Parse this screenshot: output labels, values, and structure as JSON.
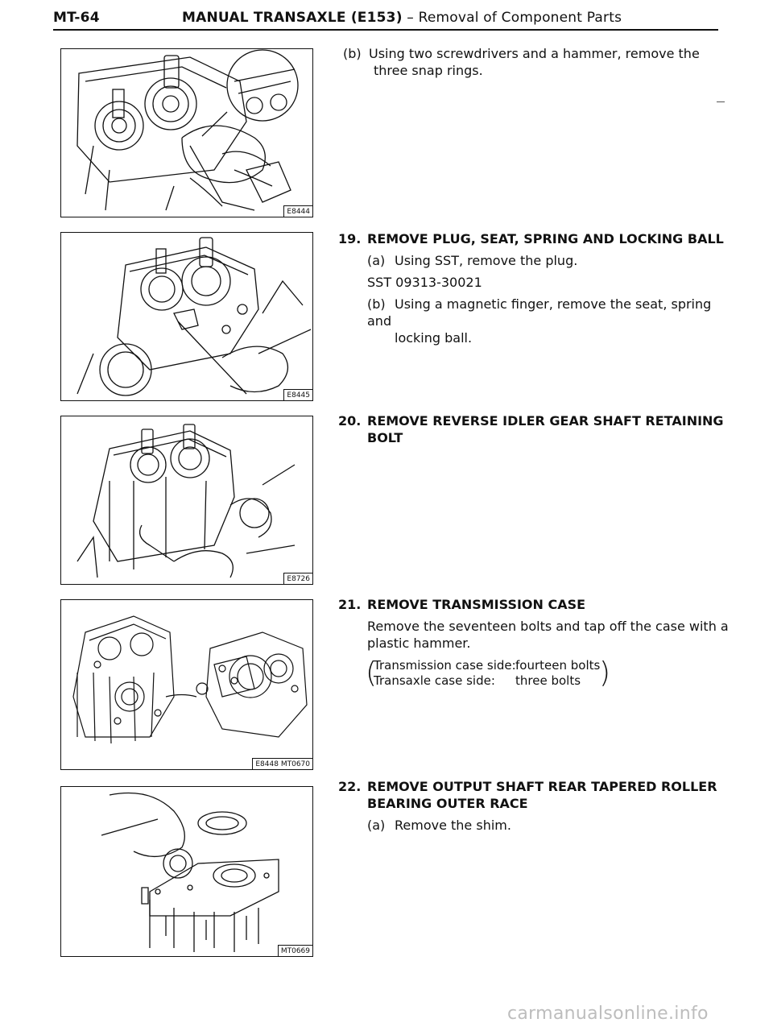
{
  "header": {
    "page_number": "MT-64",
    "title": "MANUAL TRANSAXLE (E153)",
    "subtitle": " – Removal of Component Parts"
  },
  "figures": [
    {
      "code": "E8444",
      "icon": "snap-ring-removal-illustration"
    },
    {
      "code": "E8445",
      "icon": "plug-seat-spring-illustration"
    },
    {
      "code": "E8726",
      "icon": "reverse-idler-bolt-illustration"
    },
    {
      "code": "E8448 MT0670",
      "icon": "transmission-case-illustration"
    },
    {
      "code": "MT0669",
      "icon": "outer-race-shim-illustration"
    }
  ],
  "intro": {
    "label": "(b)",
    "line1": "Using two screwdrivers and a hammer, remove the",
    "line2": "three snap rings."
  },
  "steps": [
    {
      "num": "19.",
      "title": "REMOVE PLUG, SEAT, SPRING AND LOCKING BALL",
      "a_label": "(a)",
      "a_text": "Using SST, remove the plug.",
      "sst": "SST 09313-30021",
      "b_label": "(b)",
      "b_line1": "Using a magnetic finger, remove the seat, spring and",
      "b_line2": "locking ball."
    },
    {
      "num": "20.",
      "title_line1": "REMOVE REVERSE IDLER GEAR SHAFT RETAINING",
      "title_line2": "BOLT"
    },
    {
      "num": "21.",
      "title": "REMOVE TRANSMISSION CASE",
      "line1": "Remove the seventeen bolts and tap off the case with a",
      "line2": "plastic hammer.",
      "rows": [
        {
          "side": "Transmission case side:",
          "count": "fourteen bolts"
        },
        {
          "side": "Transaxle case side:",
          "count": "three bolts"
        }
      ]
    },
    {
      "num": "22.",
      "title_line1": "REMOVE OUTPUT SHAFT REAR TAPERED ROLLER",
      "title_line2": "BEARING OUTER RACE",
      "a_label": "(a)",
      "a_text": "Remove the shim."
    }
  ],
  "watermark": "carmanualsonline.info"
}
